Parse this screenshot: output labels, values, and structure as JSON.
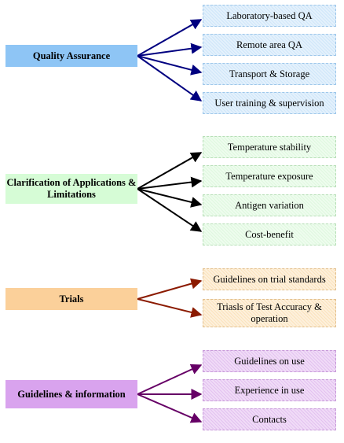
{
  "groups": [
    {
      "title": "Quality Assurance",
      "color": "#8ec5f5",
      "arrow_color": "#000080",
      "items": [
        "Laboratory-based QA",
        "Remote area QA",
        "Transport & Storage",
        "User training & supervision"
      ]
    },
    {
      "title": "Clarification of Applications & Limitations",
      "color": "#d6fcd6",
      "arrow_color": "#000000",
      "items": [
        "Temperature stability",
        "Temperature exposure",
        "Antigen variation",
        "Cost-benefit"
      ]
    },
    {
      "title": "Trials",
      "color": "#fbd09a",
      "arrow_color": "#8b1a00",
      "items": [
        "Guidelines on trial standards",
        "Triasls of Test Accuracy & operation"
      ]
    },
    {
      "title": "Guidelines & information",
      "color": "#d9a3ee",
      "arrow_color": "#660066",
      "items": [
        "Guidelines on use",
        "Experience in use",
        "Contacts"
      ]
    }
  ]
}
